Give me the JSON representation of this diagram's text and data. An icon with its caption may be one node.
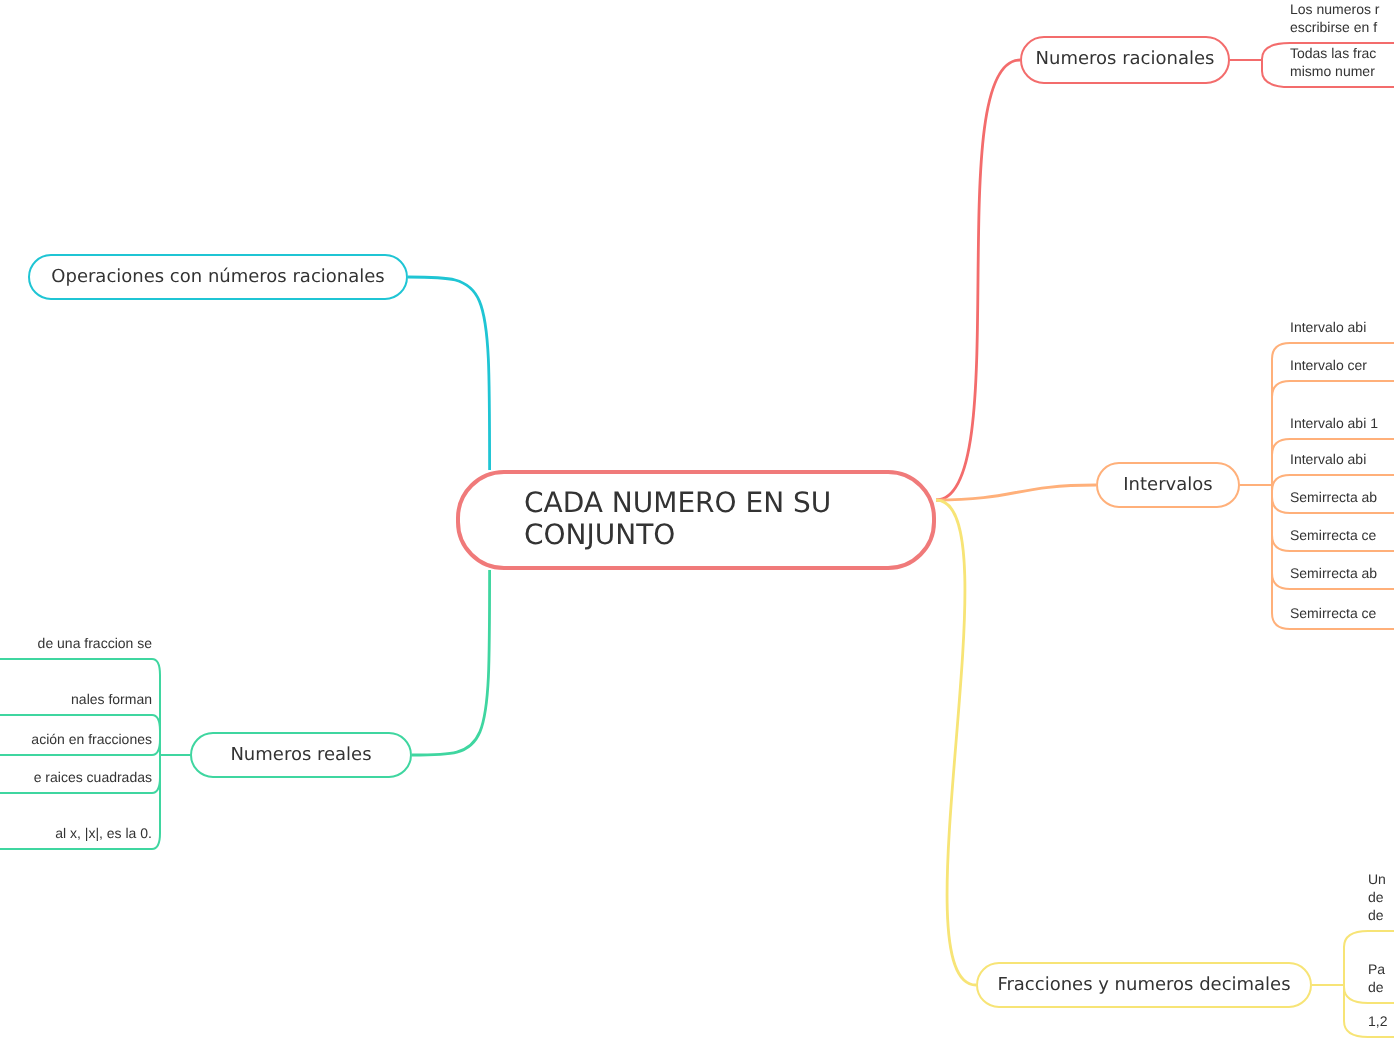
{
  "diagram": {
    "nodes": [
      {
        "text": [
          "CADA NUMERO EN SU CONJUNTO"
        ]
      },
      {
        "text": [
          "Numeros racionales"
        ]
      },
      {
        "text": [
          "Operaciones con números racionales"
        ]
      },
      {
        "text": [
          "Intervalos"
        ]
      },
      {
        "text": [
          "Numeros reales"
        ]
      },
      {
        "text": [
          "Fracciones y numeros decimales"
        ]
      },
      {
        "text": [
          "Los numeros r escribirse en f"
        ]
      },
      {
        "text": [
          "Todas las frac mismo numer"
        ]
      },
      {
        "text": [
          "Intervalo abi"
        ]
      },
      {
        "text": [
          "Intervalo cer"
        ]
      },
      {
        "text": [
          "Intervalo abi 1"
        ]
      },
      {
        "text": [
          "Intervalo abi"
        ]
      },
      {
        "text": [
          "Semirrecta ab"
        ]
      },
      {
        "text": [
          "Semirrecta ce"
        ]
      },
      {
        "text": [
          "Semirrecta ab"
        ]
      },
      {
        "text": [
          "Semirrecta ce"
        ]
      },
      {
        "text": [
          "de una fraccion se"
        ]
      },
      {
        "text": [
          "nales forman"
        ]
      },
      {
        "text": [
          "ación en fracciones"
        ]
      },
      {
        "text": [
          "e raices cuadradas"
        ]
      },
      {
        "text": [
          "al x, |x|, es la 0."
        ]
      },
      {
        "text": [
          "Un de de"
        ]
      },
      {
        "text": [
          "Pa de"
        ]
      },
      {
        "text": [
          "1,2"
        ]
      }
    ],
    "edges": [
      {
        "from": 0,
        "to": 1,
        "arrow": "none",
        "color": "#f36c6c"
      },
      {
        "from": 0,
        "to": 2,
        "arrow": "none",
        "color": "#1fc5d4"
      },
      {
        "from": 0,
        "to": 3,
        "arrow": "none"
      },
      {
        "from": 0,
        "to": 4,
        "arrow": "none",
        "color": "#3fd6a0"
      },
      {
        "from": 0,
        "to": 5,
        "arrow": "none",
        "color": "#f7e476"
      },
      {
        "from": 1,
        "to": 6,
        "arrow": "none",
        "color": "#f36c6c"
      },
      {
        "from": 1,
        "to": 7,
        "arrow": "none",
        "color": "#f36c6c"
      },
      {
        "from": 3,
        "to": 8,
        "arrow": "none"
      },
      {
        "from": 3,
        "to": 9,
        "arrow": "none"
      },
      {
        "from": 3,
        "to": 10,
        "arrow": "none"
      },
      {
        "from": 3,
        "to": 11,
        "arrow": "none"
      },
      {
        "from": 3,
        "to": 12,
        "arrow": "none"
      },
      {
        "from": 3,
        "to": 13,
        "arrow": "none"
      },
      {
        "from": 3,
        "to": 14,
        "arrow": "none"
      },
      {
        "from": 3,
        "to": 15,
        "arrow": "none"
      },
      {
        "from": 4,
        "to": 16,
        "arrow": "none",
        "color": "#3fd6a0"
      },
      {
        "from": 4,
        "to": 17,
        "arrow": "none",
        "color": "#3fd6a0"
      },
      {
        "from": 4,
        "to": 18,
        "arrow": "none",
        "color": "#3fd6a0"
      },
      {
        "from": 4,
        "to": 19,
        "arrow": "none",
        "color": "#3fd6a0"
      },
      {
        "from": 4,
        "to": 20,
        "arrow": "none",
        "color": "#3fd6a0"
      },
      {
        "from": 5,
        "to": 21,
        "arrow": "none",
        "color": "#f7e476"
      },
      {
        "from": 5,
        "to": 22,
        "arrow": "none",
        "color": "#f7e476"
      },
      {
        "from": 5,
        "to": 23,
        "arrow": "none",
        "color": "#f7e476"
      }
    ]
  }
}
